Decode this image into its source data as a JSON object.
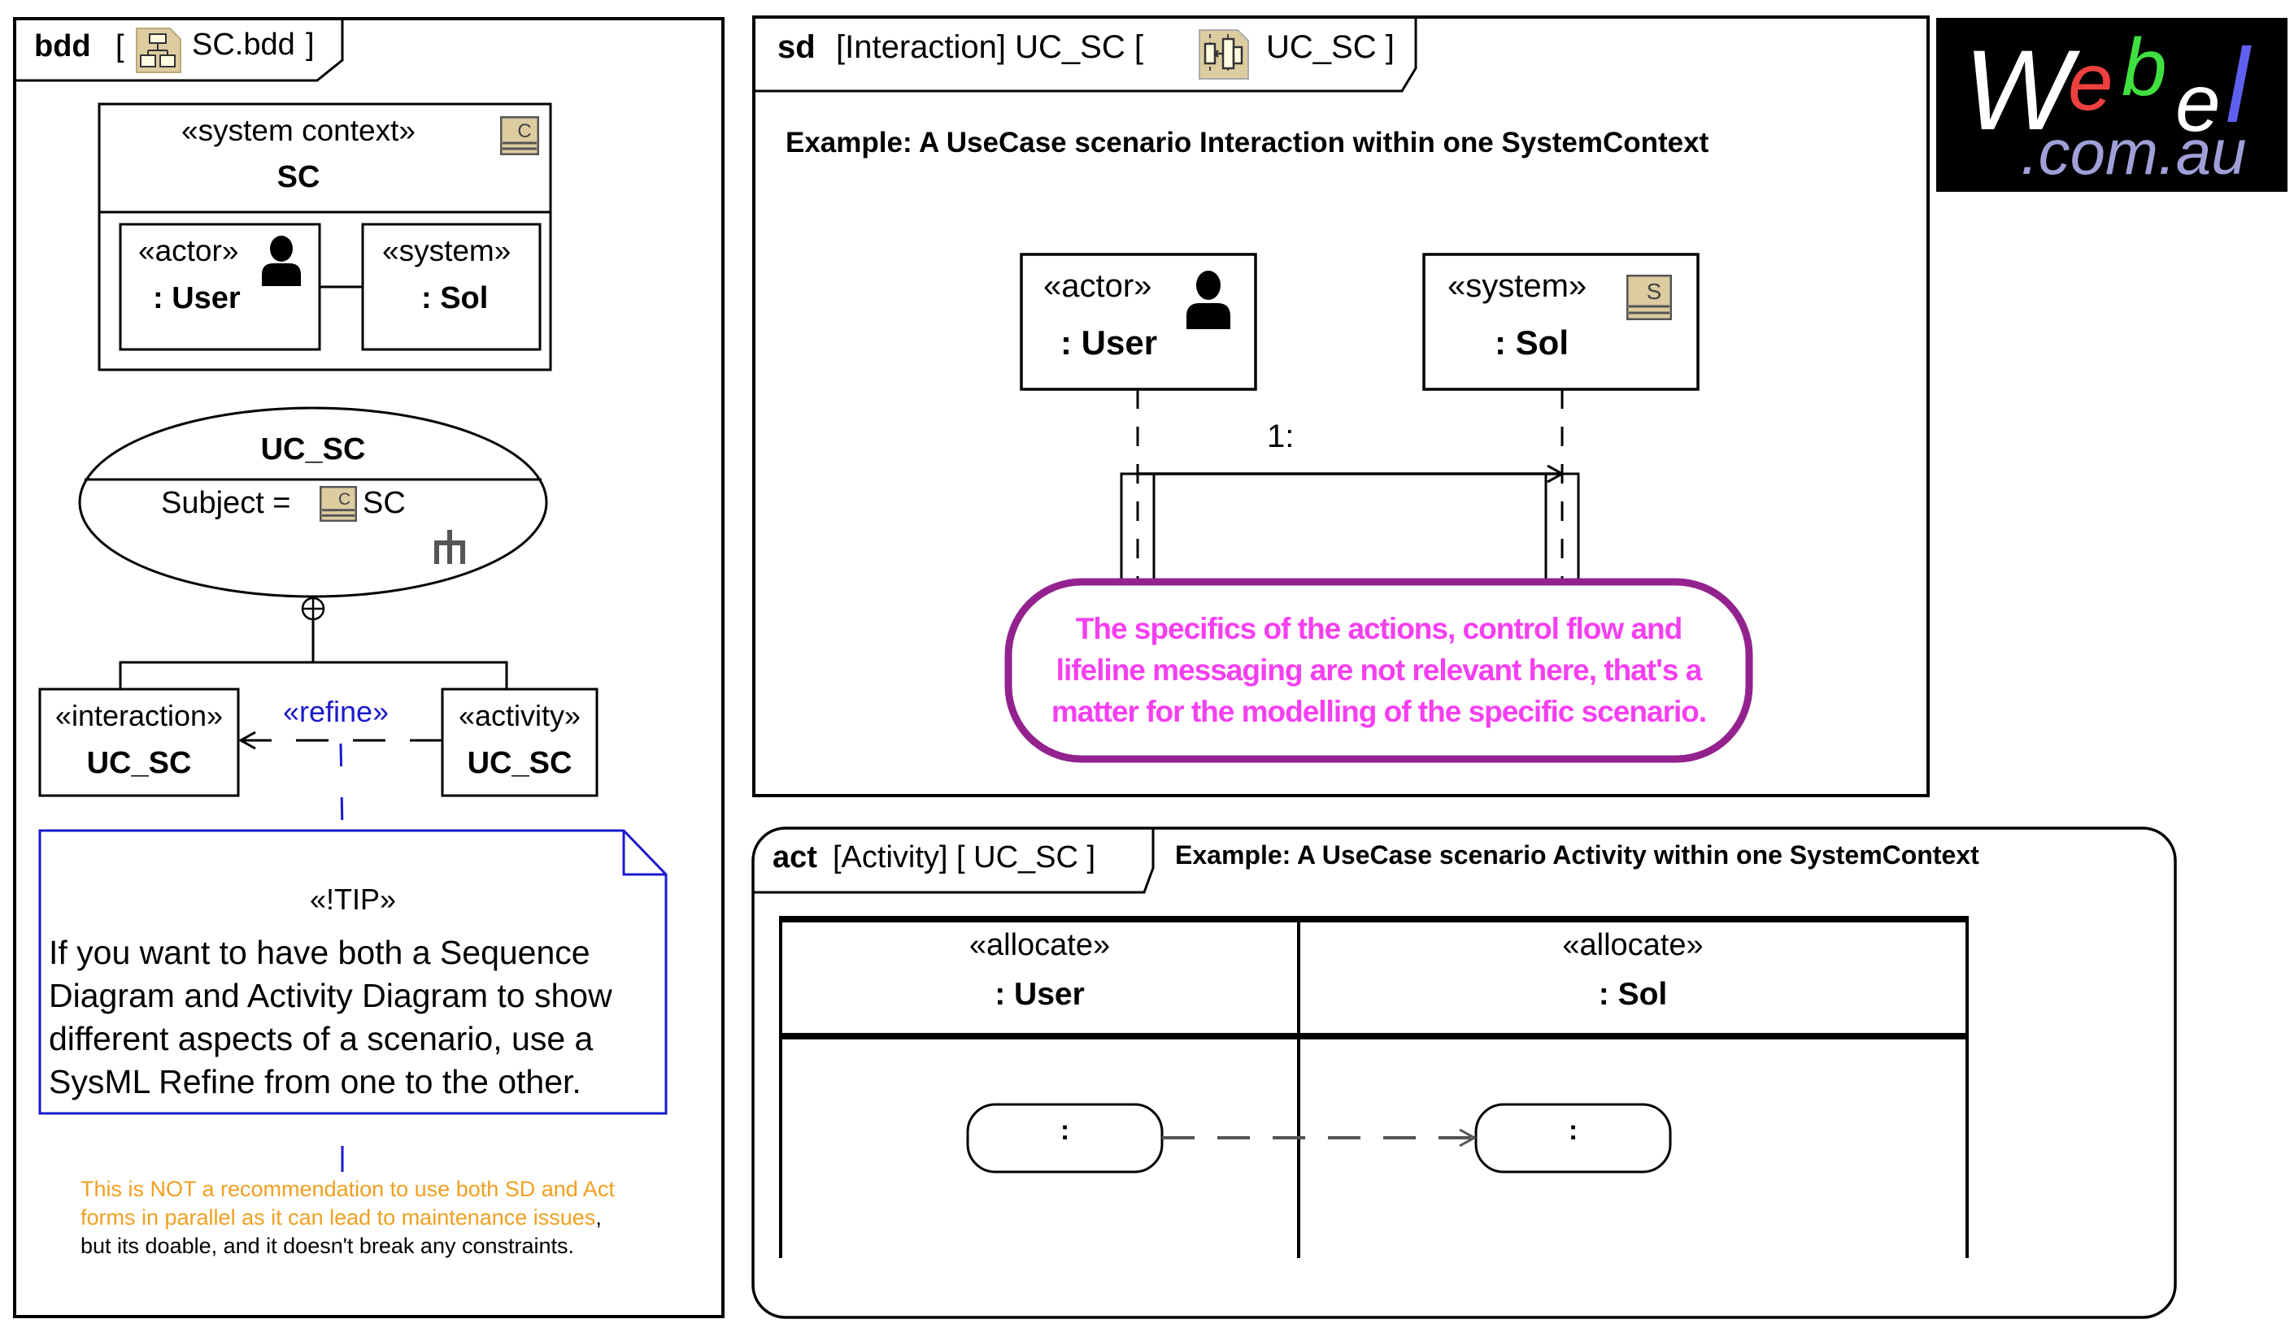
{
  "bdd": {
    "kind": "bdd",
    "open": "[",
    "name": "SC.bdd",
    "close": "]",
    "icon": "bdd-diagram-icon",
    "system_context": {
      "stereotype": "«system context»",
      "name": "SC",
      "icon": "class-C-icon",
      "parts": [
        {
          "stereotype": "«actor»",
          "name": ": User",
          "icon": "actor-person-icon"
        },
        {
          "stereotype": "«system»",
          "name": ": Sol"
        }
      ]
    },
    "use_case": {
      "name": "UC_SC",
      "subject_label": "Subject =",
      "subject_value": "SC",
      "subject_icon": "class-C-icon",
      "decomposition_icon": "rake-icon"
    },
    "interaction_block": {
      "stereotype": "«interaction»",
      "name": "UC_SC"
    },
    "activity_block": {
      "stereotype": "«activity»",
      "name": "UC_SC"
    },
    "refine_label": "«refine»",
    "tip": {
      "stereotype": "«!TIP»",
      "lines": [
        "If you want to have both a Sequence",
        "Diagram and Activity Diagram to show",
        "different aspects of a scenario, use a",
        "SysML Refine from one to the other."
      ]
    },
    "warning": {
      "line1": "This is NOT a recommendation to use both SD and Act",
      "line2": "forms in parallel as it can lead to maintenance issues",
      "line2_suffix": ",",
      "line3": "but its doable, and it doesn't break any constraints."
    }
  },
  "sd": {
    "kind": "sd",
    "title": "[Interaction] UC_SC [",
    "icon": "sequence-diagram-icon",
    "name": "UC_SC ]",
    "caption": "Example: A UseCase scenario Interaction within one SystemContext",
    "lifelines": [
      {
        "stereotype": "«actor»",
        "name": ": User",
        "icon": "actor-person-icon"
      },
      {
        "stereotype": "«system»",
        "name": ": Sol",
        "icon": "system-S-icon"
      }
    ],
    "message_label": "1:",
    "callout_lines": [
      "The specifics of the actions, control flow and",
      "lifeline messaging are not relevant here, that's a",
      "matter for the modelling of the specific scenario."
    ]
  },
  "act": {
    "kind": "act",
    "title": "[Activity]  [ UC_SC ]",
    "caption": "Example: A UseCase scenario Activity within one SystemContext",
    "partitions": [
      {
        "stereotype": "«allocate»",
        "name": ": User"
      },
      {
        "stereotype": "«allocate»",
        "name": ": Sol"
      }
    ],
    "actions": [
      ":",
      ":"
    ]
  },
  "logo": {
    "letters": [
      "W",
      "e",
      "b",
      "e",
      "l"
    ],
    "domain": ".com.au"
  },
  "colors": {
    "note_blue": "#1a1acc",
    "refine_blue": "#1a1acc",
    "callout_border": "#93228f",
    "callout_text": "#f53ff0",
    "warning_orange": "#f0a020",
    "icon_fill": "#dccca0",
    "logo_e1": "#ef4040",
    "logo_b": "#40e040",
    "logo_l": "#6060f0",
    "logo_domain": "#a0a0d8"
  }
}
